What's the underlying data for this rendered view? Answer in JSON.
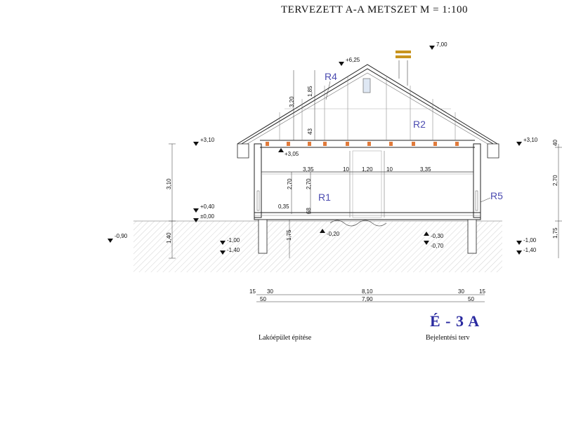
{
  "title": "TERVEZETT  A-A  METSZET  M = 1:100",
  "levels": {
    "ridge": "+6,25",
    "chimney": "7,00",
    "eaves_left": "+3,10",
    "eaves_right": "+3,10",
    "ceiling": "+3,05",
    "floor_upper": "+0,40",
    "floor_zero": "±0,00",
    "ground_left": "-0,90",
    "found_left_1": "-1,00",
    "found_left_2": "-1,40",
    "found_right_1": "-1,00",
    "found_right_2": "-1,40",
    "mid_minus020": "-0,20",
    "mid_minus030": "-0,30",
    "mid_minus070": "-0,70",
    "slab": "0,35"
  },
  "dims": {
    "roof_h1": "3,20",
    "roof_h2": "1,85",
    "roof_43": "43",
    "span_left": "3,35",
    "gap_a": "10",
    "door": "1,20",
    "gap_b": "10",
    "span_right": "3,35",
    "wall_h1": "2,70",
    "wall_h2": "2,70",
    "floor_68": "68",
    "found_h": "1,75",
    "left_h_upper": "3,10",
    "left_h_lower": "1,40",
    "right_40": "40",
    "right_270": "2,70",
    "right_175": "1,75",
    "bottom_15a": "15",
    "bottom_30a": "30",
    "bottom_810": "8,10",
    "bottom_30b": "30",
    "bottom_15b": "15",
    "bottom_50a": "50",
    "bottom_790": "7,90",
    "bottom_50b": "50"
  },
  "rooms": {
    "r1": "R1",
    "r2": "R2",
    "r4": "R4",
    "r5": "R5"
  },
  "sheet_number": "É - 3 A",
  "project_name": "Lakóépület építése",
  "plan_type": "Bejelentési terv",
  "colors": {
    "line": "#222222",
    "room_label": "#4b4bb0",
    "sheet_number": "#2a2aa0",
    "chimney": "#c8941e",
    "beam": "#e07a3a",
    "ground_hatch": "#bdbdbd"
  }
}
